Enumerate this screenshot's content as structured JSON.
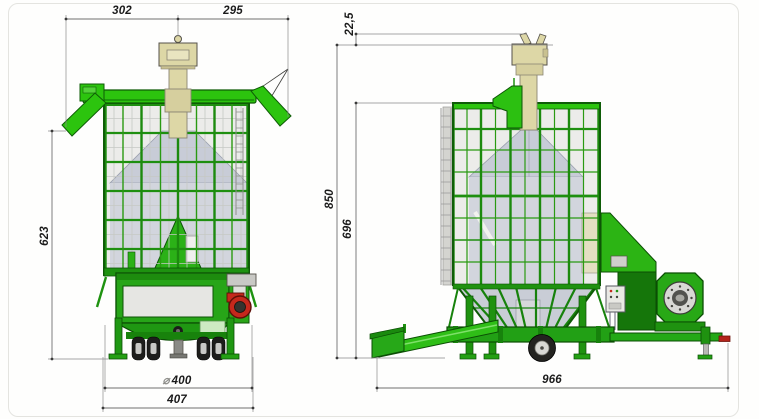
{
  "drawing": {
    "type": "technical-dimension-drawing",
    "subject": "mobile grain dryer, front and side projections"
  },
  "front_view": {
    "dims": {
      "top_left_width": "302",
      "top_right_width": "295",
      "height": "623",
      "diameter_symbol": "⌀",
      "diameter_value": "400",
      "overall_width": "407"
    }
  },
  "side_view": {
    "dims": {
      "top_offset": "22,5",
      "overall_height": "850",
      "body_height": "696",
      "overall_length": "966"
    }
  },
  "colors": {
    "background": "#fefefd",
    "frame_border": "#e4e4e0",
    "green_bright": "#2cc40e",
    "green_mid": "#27a518",
    "green_rail": "#1e8f10",
    "green_dark": "#156d08",
    "green_outline": "#0d5406",
    "panel_light": "#ececea",
    "panel_inset": "#e6e6e3",
    "cone_gray": "#c8ccd7",
    "chamber_gray": "#d2d5dd",
    "cream": "#ddd7a6",
    "cream_dark": "#d6cf9e",
    "fan_red": "#c5281c",
    "tire_black": "#1d1d1b",
    "hub_gray": "#c9c9c6",
    "dim_line": "#707070",
    "dim_text": "#1b1b1b"
  }
}
